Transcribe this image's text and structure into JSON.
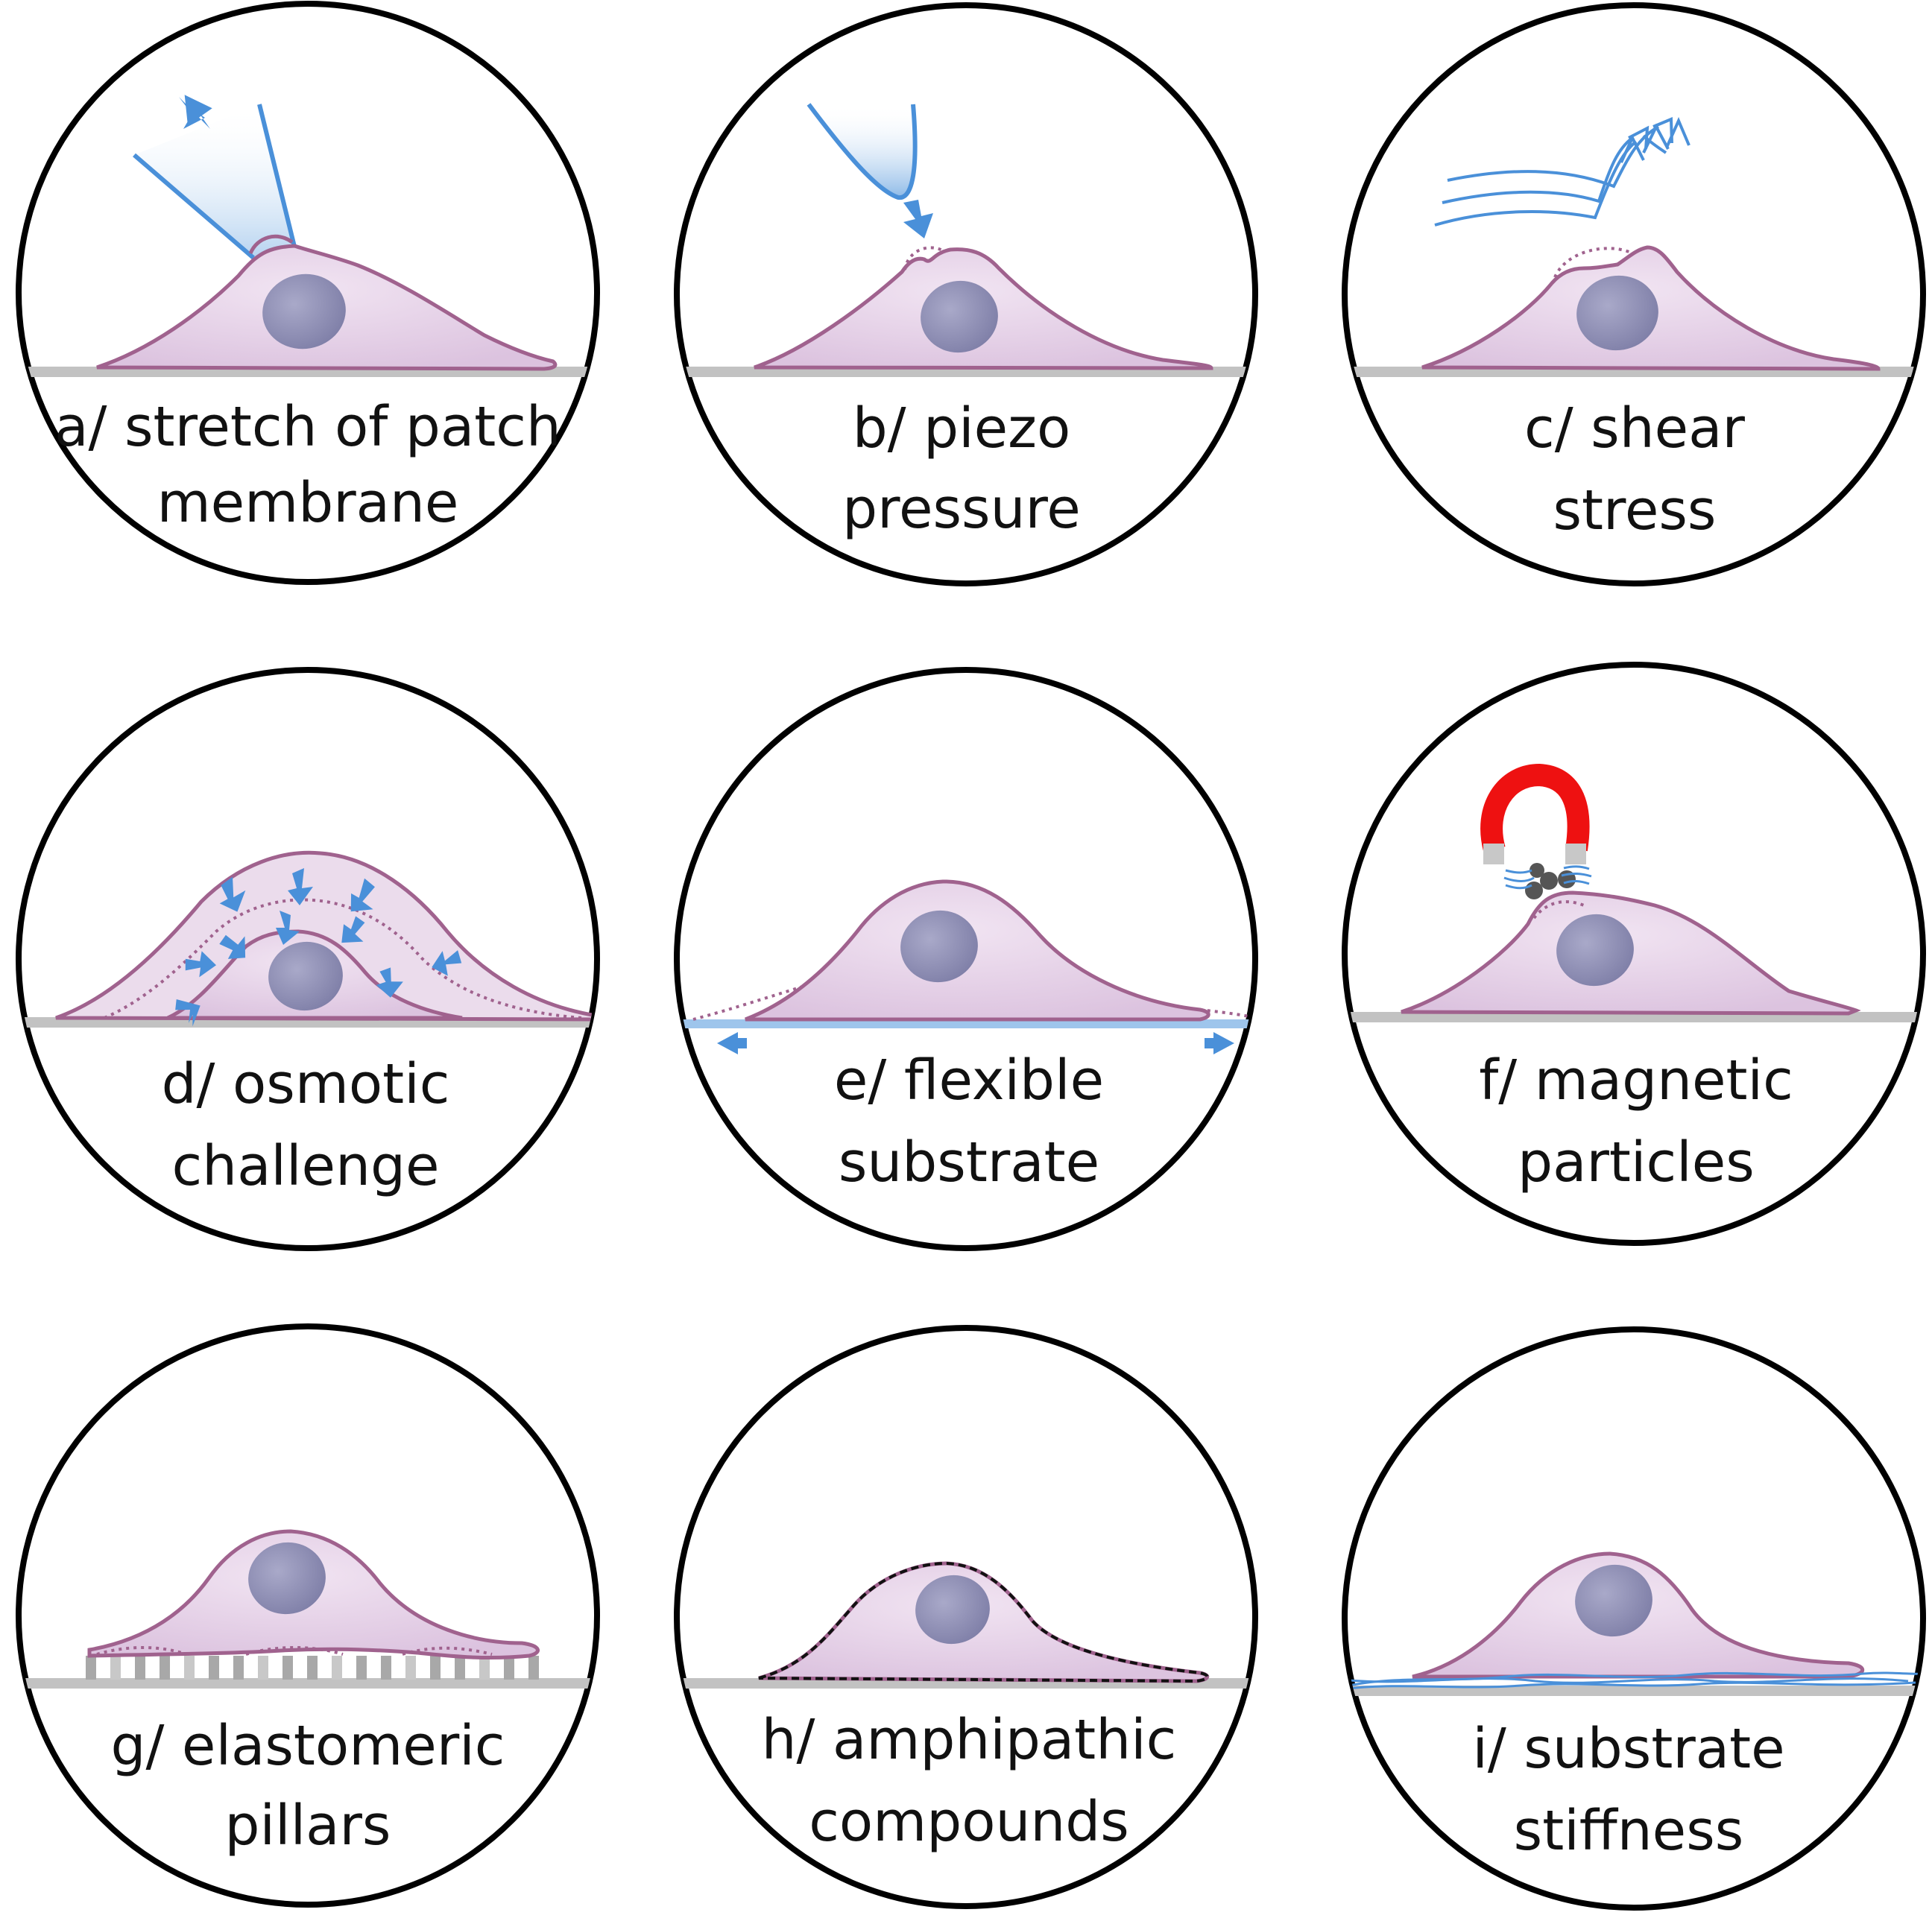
{
  "panels": [
    {
      "id": "a",
      "lines": [
        "a/ stretch of patch",
        "membrane"
      ]
    },
    {
      "id": "b",
      "lines": [
        "b/ piezo",
        "pressure"
      ]
    },
    {
      "id": "c",
      "lines": [
        "c/ shear",
        "stress"
      ]
    },
    {
      "id": "d",
      "lines": [
        "d/ osmotic",
        "challenge"
      ]
    },
    {
      "id": "e",
      "lines": [
        "e/ flexible",
        "substrate"
      ]
    },
    {
      "id": "f",
      "lines": [
        "f/ magnetic",
        "particles"
      ]
    },
    {
      "id": "g",
      "lines": [
        "g/ elastomeric",
        "pillars"
      ]
    },
    {
      "id": "h",
      "lines": [
        "h/ amphipathic",
        "compounds"
      ]
    },
    {
      "id": "i",
      "lines": [
        "i/ substrate",
        "stiffness"
      ]
    }
  ],
  "colors": {
    "outline": "#000000",
    "cell_fill": "#e6d3e8",
    "cell_stroke": "#a0628e",
    "nucleus_fill": "#8f8fb5",
    "substrate": "#c2c2c2",
    "accent_blue": "#4a90d9",
    "magnet_red": "#ee1111",
    "pillar_gray": "#a8a8a8"
  }
}
